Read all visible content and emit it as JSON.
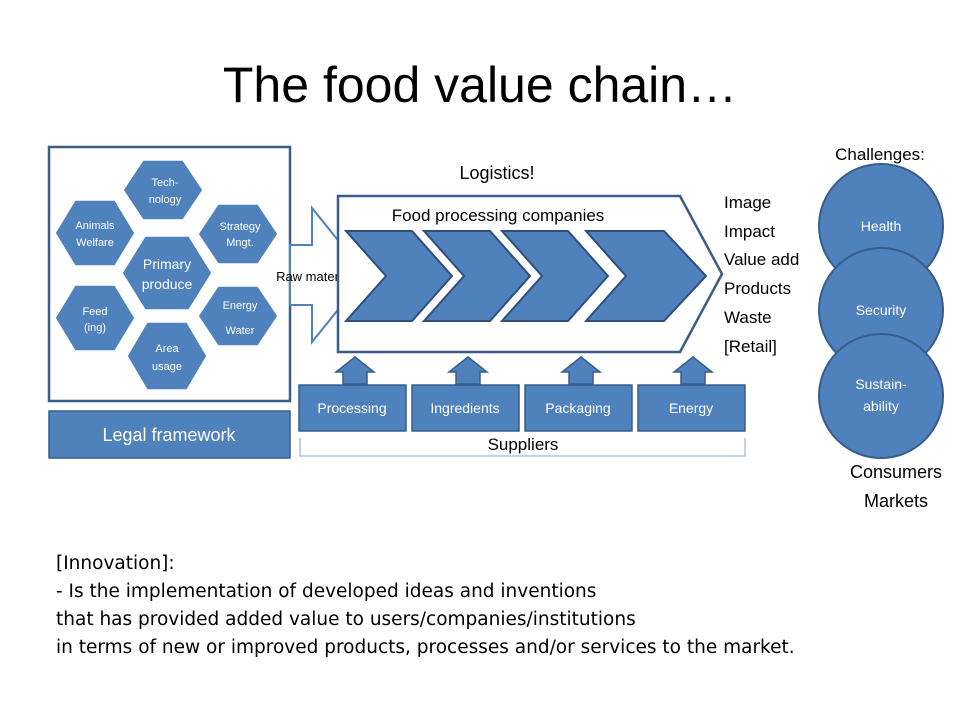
{
  "slide": {
    "title": "The food value chain…"
  },
  "primary_produce": {
    "center": "Primary produce",
    "hexagons": [
      {
        "name": "technology",
        "lines": [
          "Tech-",
          "nology"
        ]
      },
      {
        "name": "strategy-mngt",
        "lines": [
          "Strategy",
          "Mngt."
        ]
      },
      {
        "name": "energy-water",
        "lines": [
          "Energy",
          "Water"
        ]
      },
      {
        "name": "area-usage",
        "lines": [
          "Area",
          "usage"
        ]
      },
      {
        "name": "feed-ing",
        "lines": [
          "Feed",
          "(ing)"
        ]
      },
      {
        "name": "animals-welfare",
        "lines": [
          "Animals",
          "Welfare"
        ]
      }
    ],
    "center_lines": [
      "Primary",
      "produce"
    ]
  },
  "legal_framework": "Legal framework",
  "raw_material": "Raw material",
  "logistics": "Logistics!",
  "food_processing": "Food processing companies",
  "suppliers": {
    "label": "Suppliers",
    "items": [
      "Processing",
      "Ingredients",
      "Packaging",
      "Energy"
    ]
  },
  "outputs": [
    "Image",
    "Impact",
    "Value add",
    "Products",
    "Waste",
    "[Retail]"
  ],
  "challenges": {
    "label": "Challenges:",
    "items": [
      {
        "lines": [
          "Health"
        ]
      },
      {
        "lines": [
          "Security"
        ]
      },
      {
        "lines": [
          "Sustain-",
          "ability"
        ]
      }
    ]
  },
  "consumers": [
    "Consumers",
    "Markets"
  ],
  "innovation": {
    "lines": [
      "[Innovation]:",
      "- Is the implementation of developed ideas and inventions",
      "that has provided added value to users/companies/institutions",
      "in terms of new or improved products, processes and/or services to the market."
    ]
  },
  "colors": {
    "fill": "#4f81bd",
    "stroke": "#385d8a",
    "dark": "#2f4f7a",
    "text": "#000000",
    "white": "#ffffff"
  }
}
